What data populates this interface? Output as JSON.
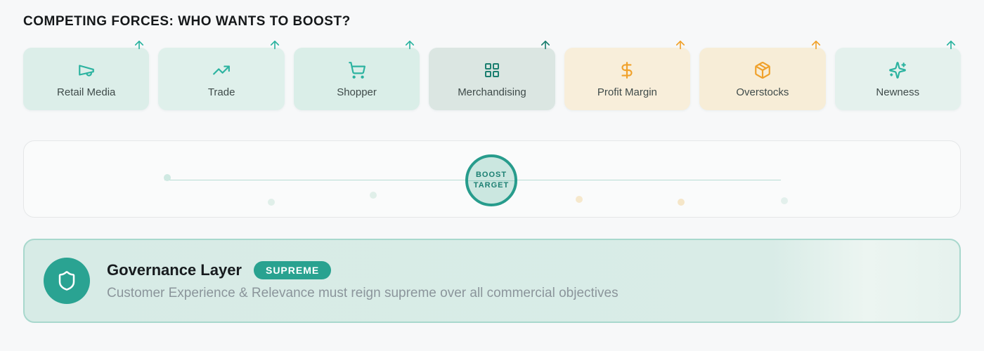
{
  "page": {
    "title": "COMPETING FORCES: WHO WANTS TO BOOST?"
  },
  "forces": {
    "cards": [
      {
        "label": "Retail Media",
        "icon": "megaphone-icon",
        "theme": "teal"
      },
      {
        "label": "Trade",
        "icon": "trending-up-icon",
        "theme": "teal"
      },
      {
        "label": "Shopper",
        "icon": "cart-icon",
        "theme": "teal"
      },
      {
        "label": "Merchandising",
        "icon": "grid-icon",
        "theme": "teal-dark"
      },
      {
        "label": "Profit Margin",
        "icon": "dollar-icon",
        "theme": "orange"
      },
      {
        "label": "Overstocks",
        "icon": "package-icon",
        "theme": "orange"
      },
      {
        "label": "Newness",
        "icon": "sparkles-icon",
        "theme": "teal"
      }
    ],
    "arrow_icon": "arrow-up-icon"
  },
  "target": {
    "line1": "BOOST",
    "line2": "TARGET"
  },
  "governance": {
    "title": "Governance Layer",
    "badge": "SUPREME",
    "description": "Customer Experience & Relevance must reign supreme over all commercial objectives",
    "icon": "shield-icon"
  },
  "colors": {
    "teal_accent": "#2cb3a0",
    "teal_dark_accent": "#1c7f70",
    "orange_accent": "#f0a12b",
    "teal_card_bg": "#dceee9",
    "muted_card_bg": "#dbe6e2",
    "orange_card_bg": "#f8eeda",
    "governance_bg": "#d8ece7",
    "governance_border": "#a8d8cd",
    "badge_bg": "#29a290",
    "target_border": "#279c8c",
    "target_fill": "#cbe7e0",
    "flow_line": "#b7dcd4",
    "page_bg": "#f7f8f9"
  }
}
